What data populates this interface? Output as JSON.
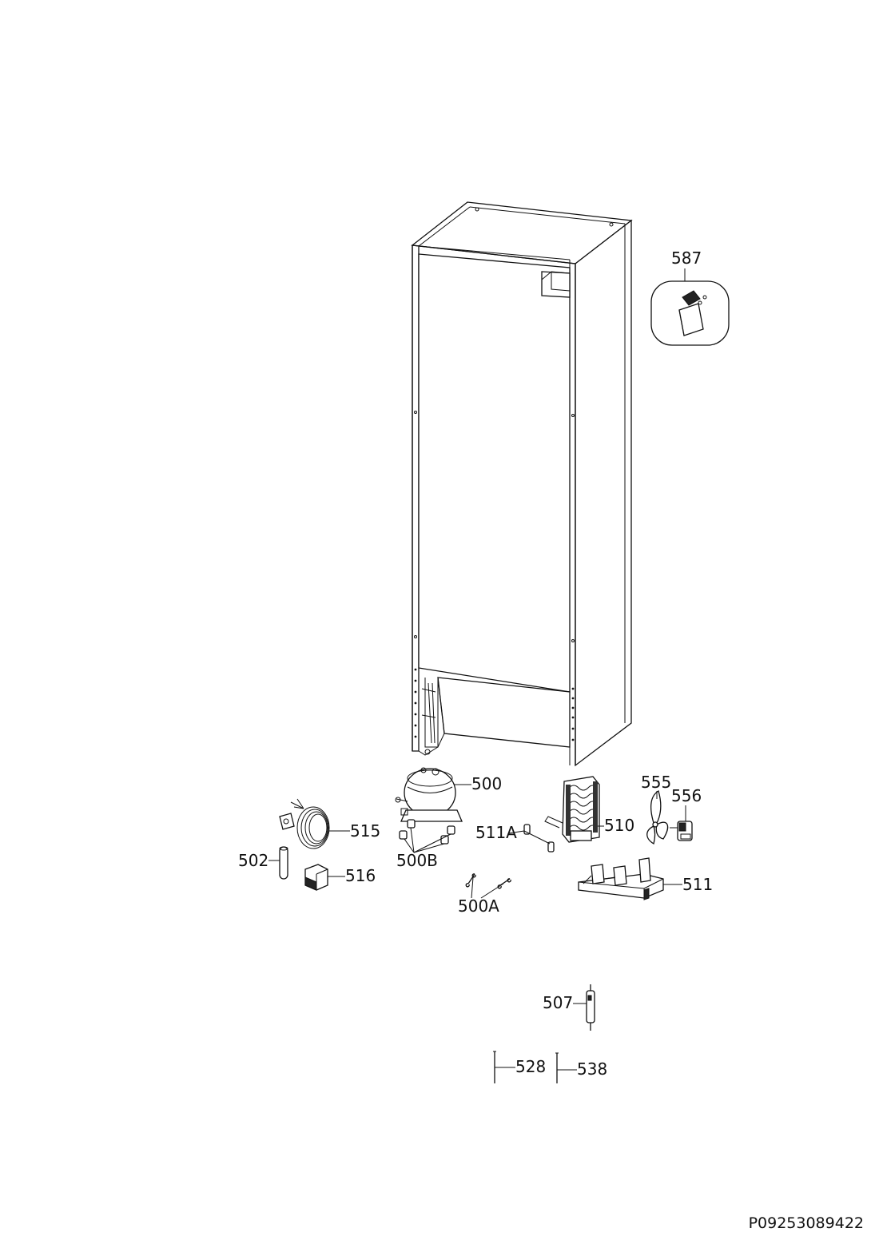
{
  "labels": {
    "p587": "587",
    "p500": "500",
    "p515": "515",
    "p500B": "500B",
    "p511A": "511A",
    "p510": "510",
    "p555": "555",
    "p556": "556",
    "p502": "502",
    "p516": "516",
    "p511": "511",
    "p500A": "500A",
    "p507": "507",
    "p528": "528",
    "p538": "538"
  },
  "document_id": "P09253089422"
}
